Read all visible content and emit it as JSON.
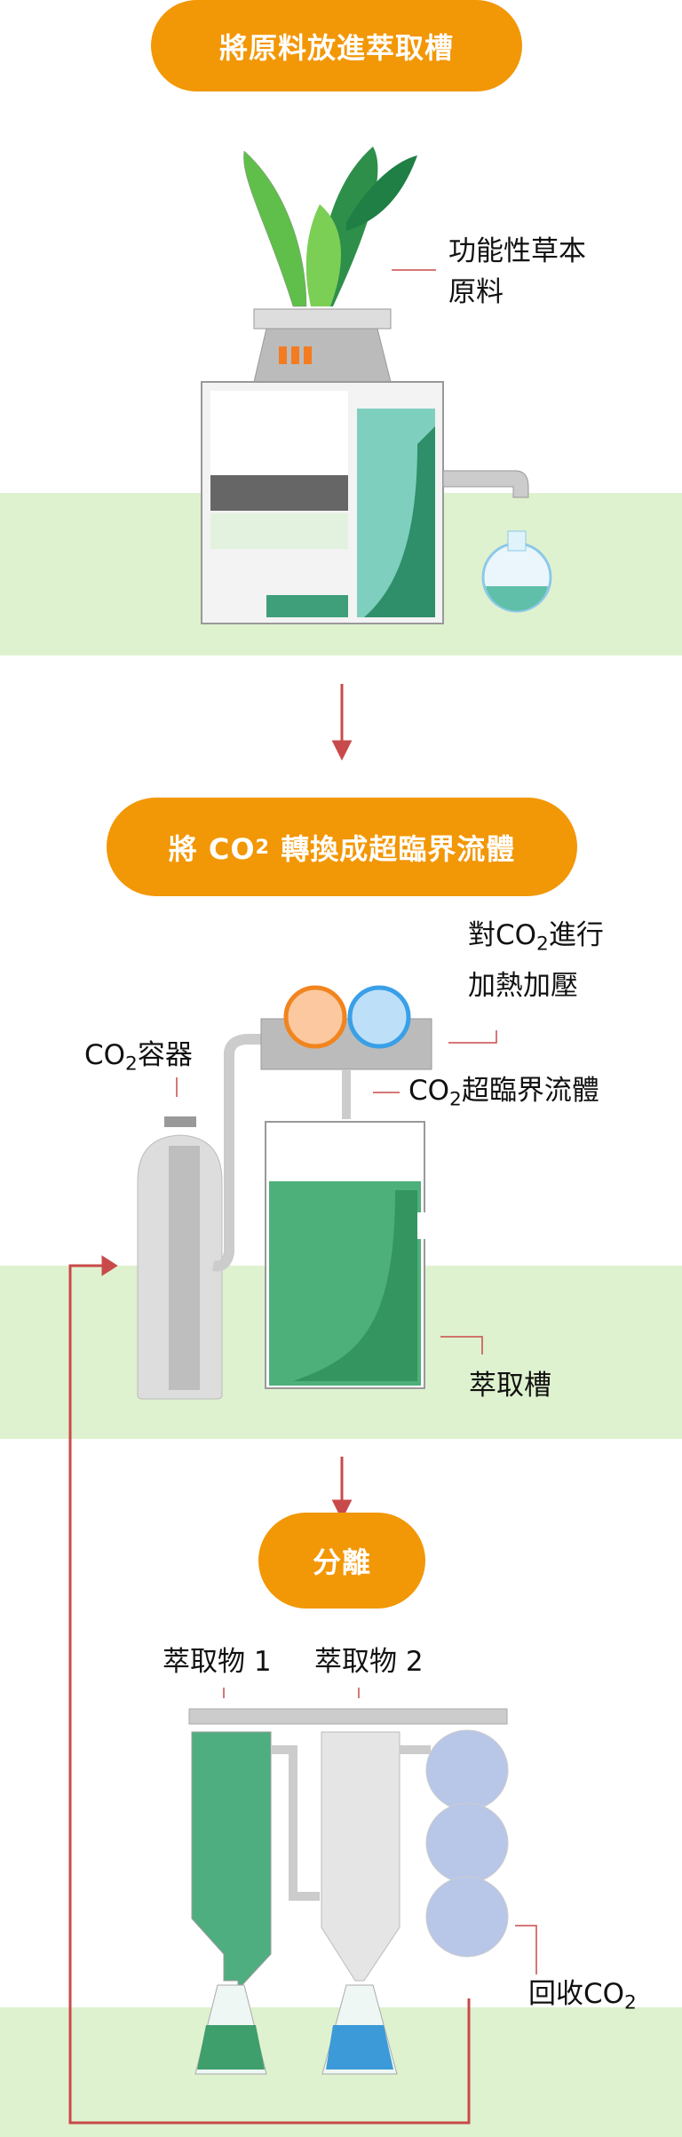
{
  "step1": {
    "title": "將原料放進萃取槽",
    "label_line1": "功能性草本",
    "label_line2": "原料"
  },
  "step2": {
    "title_pre": "將 CO",
    "title_sub": "2",
    "title_post": " 轉換成超臨界流體",
    "heat_pre": "對CO",
    "heat_sub": "2",
    "heat_post": "進行",
    "heat_line2": "加熱加壓",
    "container_pre": "CO",
    "container_sub": "2",
    "container_post": "容器",
    "fluid_pre": "CO",
    "fluid_sub": "2",
    "fluid_post": "超臨界流體",
    "tank": "萃取槽"
  },
  "step3": {
    "title": "分離",
    "extract1": "萃取物 1",
    "extract2": "萃取物 2",
    "recycle_pre": "回收CO",
    "recycle_sub": "2"
  },
  "colors": {
    "accent": "#f29705",
    "band": "#dff2cf",
    "arrow": "#c94a4a",
    "green": "#3f9f6c"
  }
}
